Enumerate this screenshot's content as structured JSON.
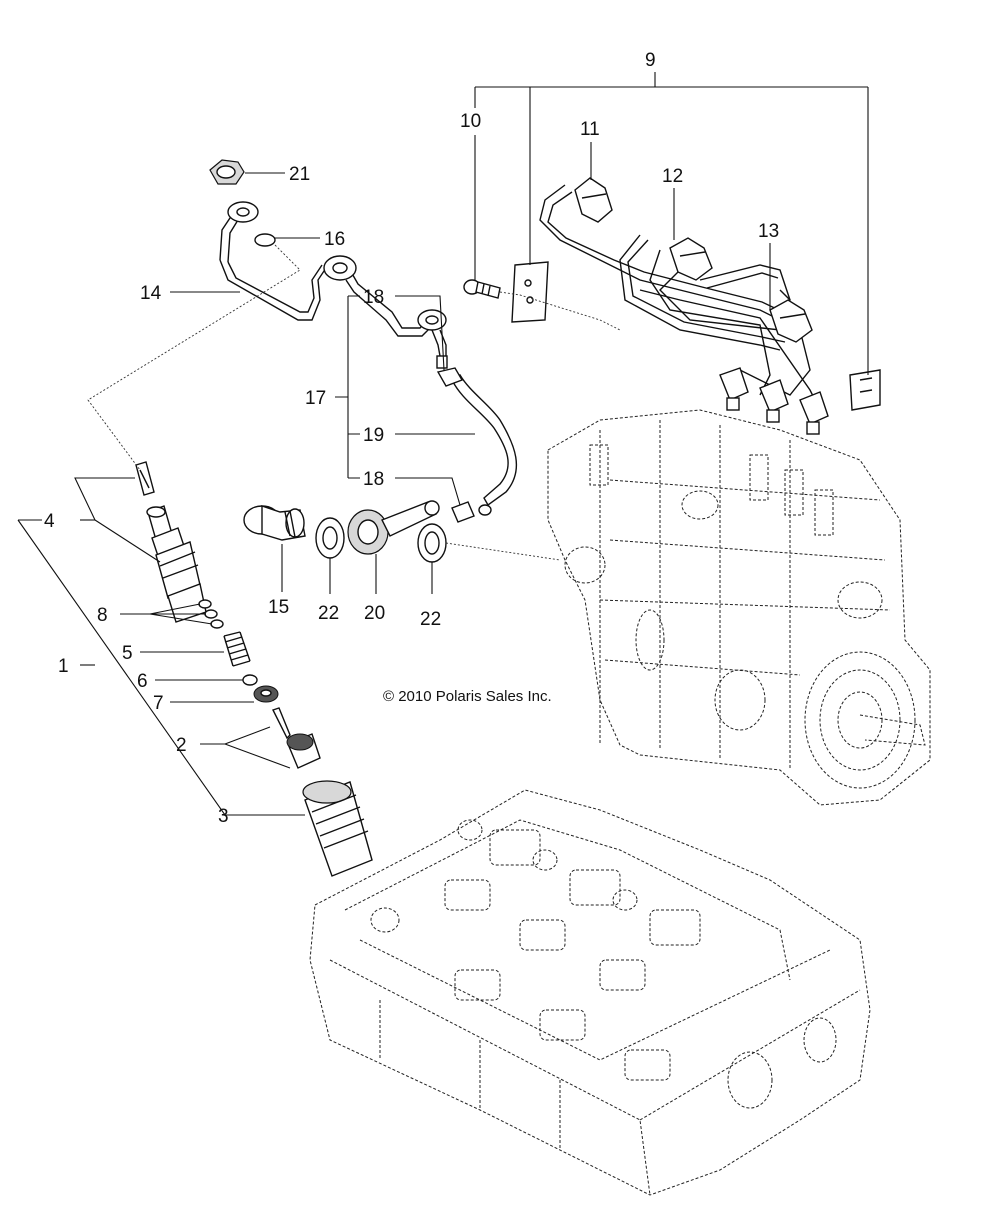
{
  "copyright": "© 2010 Polaris Sales Inc.",
  "callouts": {
    "n1": "1",
    "n2": "2",
    "n3": "3",
    "n4": "4",
    "n5": "5",
    "n6": "6",
    "n7": "7",
    "n8": "8",
    "n9": "9",
    "n10": "10",
    "n11": "11",
    "n12": "12",
    "n13": "13",
    "n14": "14",
    "n15": "15",
    "n16": "16",
    "n17": "17",
    "n18a": "18",
    "n18b": "18",
    "n19": "19",
    "n20": "20",
    "n21": "21",
    "n22a": "22",
    "n22b": "22"
  }
}
